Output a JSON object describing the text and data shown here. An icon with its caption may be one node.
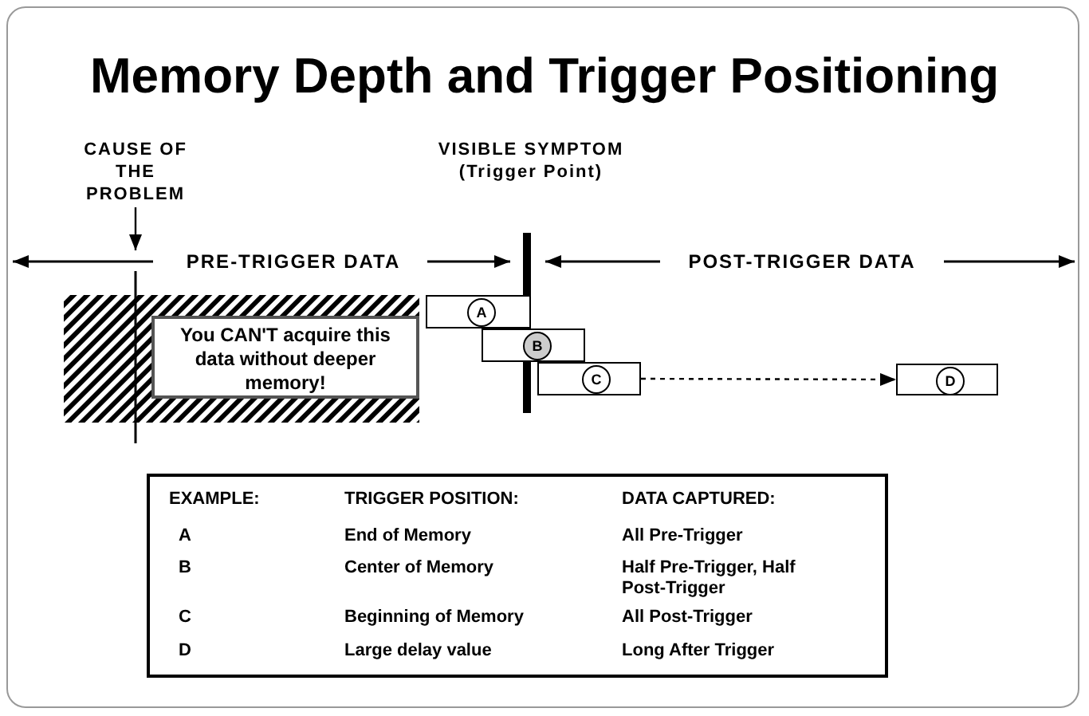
{
  "diagram": {
    "title": "Memory Depth and Trigger Positioning",
    "nodes": [
      {
        "text": [
          "CAUSE OF THE PROBLEM"
        ]
      },
      {
        "text": [
          "VISIBLE SYMPTOM (Trigger Point)"
        ]
      },
      {
        "text": [
          "You CAN'T acquire this data without deeper memory!"
        ]
      },
      {
        "text": [
          "A"
        ]
      },
      {
        "text": [
          "B"
        ]
      },
      {
        "text": [
          "C"
        ]
      },
      {
        "text": [
          "D"
        ]
      }
    ],
    "edges": [
      {
        "from": 0,
        "to": null,
        "arrow": "to"
      },
      {
        "from": 5,
        "to": 6,
        "arrow": "to",
        "style": "dashed"
      }
    ],
    "labels": [
      "PRE-TRIGGER DATA",
      "POST-TRIGGER DATA",
      "EXAMPLE:",
      "TRIGGER POSITION:",
      "DATA CAPTURED:",
      "A",
      "End of Memory",
      "All Pre-Trigger",
      "B",
      "Center of Memory",
      "Half Pre-Trigger, Half Post-Trigger",
      "C",
      "Beginning of Memory",
      "All Post-Trigger",
      "D",
      "Large delay value",
      "Long After Trigger"
    ]
  }
}
